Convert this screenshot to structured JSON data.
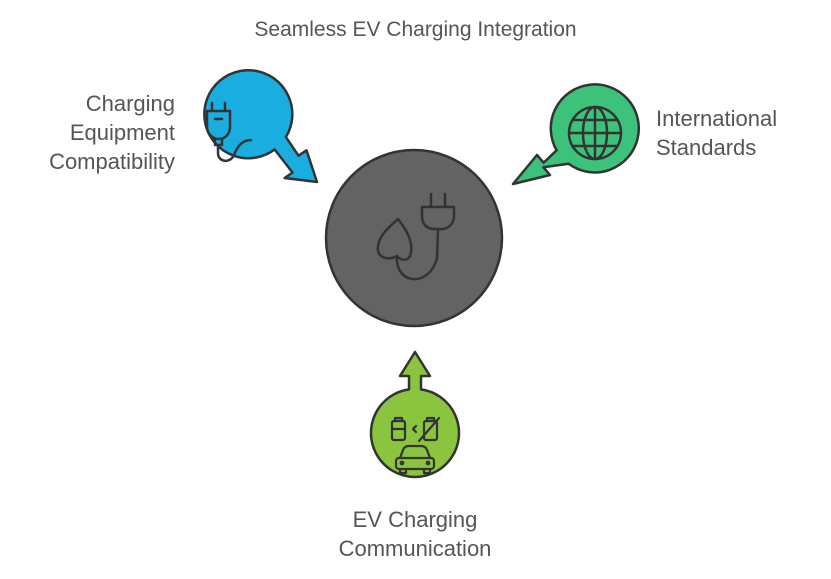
{
  "title": "Seamless EV Charging Integration",
  "center": {
    "icon": "leaf-plug-icon",
    "color": "#636363"
  },
  "nodes": [
    {
      "id": "left",
      "lines": [
        "Charging",
        "Equipment",
        "Compatibility"
      ],
      "icon": "plug-cable-icon",
      "color": "#1AADE0"
    },
    {
      "id": "right",
      "lines": [
        "International",
        "Standards"
      ],
      "icon": "globe-icon",
      "color": "#3CC27A"
    },
    {
      "id": "bottom",
      "lines": [
        "EV Charging",
        "Communication"
      ],
      "icon": "battery-car-icon",
      "color": "#8BC53F"
    }
  ]
}
